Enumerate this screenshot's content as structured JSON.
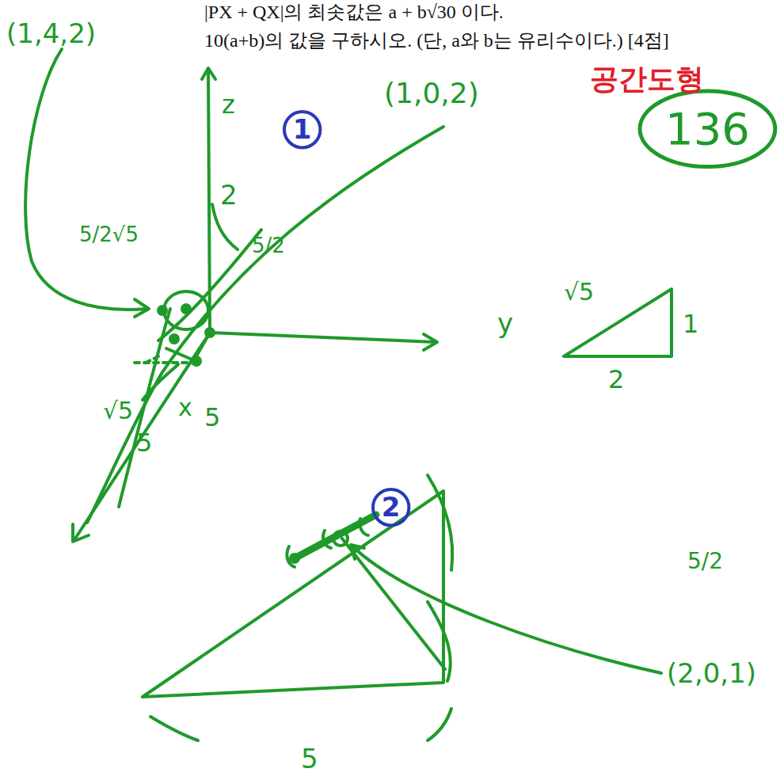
{
  "diagram": {
    "nodes": [
      {
        "text": [
          "136"
        ]
      },
      {
        "text": [
          "1"
        ]
      },
      {
        "text": [
          "2"
        ]
      }
    ],
    "labels": [
      "|PX + QX|의 최솟값은 a + b√30 이다.",
      "10(a+b)의 값을 구하시오. (단, a와 b는 유리수이다.) [4점]",
      "(1,4,2)",
      "공간도형",
      "(1,0,2)",
      "z",
      "2",
      "5/2",
      "5/2√5",
      "y",
      "√5",
      "1",
      "2",
      "√5",
      "x",
      "5",
      "5",
      "5/2",
      "(2,0,1)",
      "5"
    ]
  }
}
